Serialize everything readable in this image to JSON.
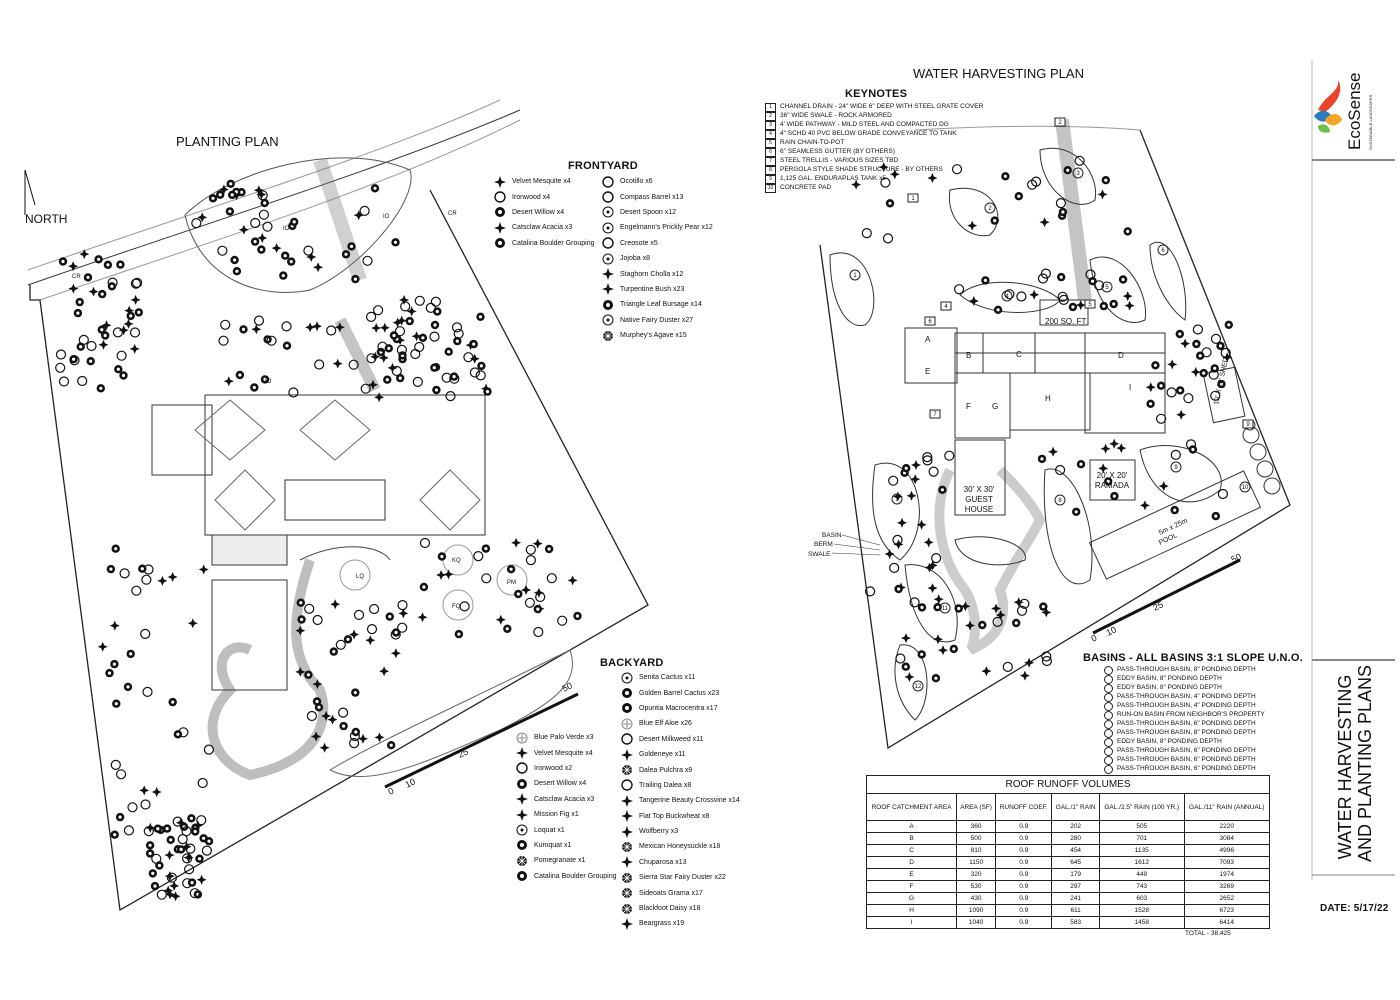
{
  "planting_plan": {
    "title": "PLANTING PLAN",
    "north_label": "NORTH",
    "scale_ticks": [
      "0",
      "10",
      "25",
      "50"
    ],
    "area_labels": [
      "CR",
      "CR",
      "IO",
      "IO",
      "IO",
      "LQ",
      "KQ",
      "FQ",
      "PM"
    ],
    "frontyard": {
      "heading": "FRONTYARD",
      "trees": [
        {
          "label": "Velvet Mesquite x4",
          "icon": "velvet-mesquite-icon"
        },
        {
          "label": "Ironwood x4",
          "icon": "ironwood-icon"
        },
        {
          "label": "Desert Willow x4",
          "icon": "desert-willow-icon"
        },
        {
          "label": "Catsclaw Acacia x3",
          "icon": "catsclaw-acacia-icon"
        },
        {
          "label": "Catalina Boulder Grouping",
          "icon": "boulder-icon"
        }
      ],
      "plants": [
        {
          "label": "Ocotillo x6",
          "icon": "ocotillo-icon"
        },
        {
          "label": "Compass Barrel x13",
          "icon": "compass-barrel-icon"
        },
        {
          "label": "Desert Spoon x12",
          "icon": "desert-spoon-icon"
        },
        {
          "label": "Engelmann's Prickly Pear x12",
          "icon": "prickly-pear-icon"
        },
        {
          "label": "Creosote x5",
          "icon": "creosote-icon"
        },
        {
          "label": "Jojoba x8",
          "icon": "jojoba-icon"
        },
        {
          "label": "Staghorn Cholla x12",
          "icon": "staghorn-cholla-icon"
        },
        {
          "label": "Turpentine Bush x23",
          "icon": "turpentine-bush-icon"
        },
        {
          "label": "Triangle Leaf Bursage x14",
          "icon": "bursage-icon"
        },
        {
          "label": "Native Fairy Duster x27",
          "icon": "fairy-duster-icon"
        },
        {
          "label": "Murphey's Agave x15",
          "icon": "agave-icon"
        }
      ]
    },
    "backyard": {
      "heading": "BACKYARD",
      "trees": [
        {
          "label": "Blue Palo Verde x3",
          "icon": "palo-verde-icon"
        },
        {
          "label": "Velvet Mesquite x4",
          "icon": "velvet-mesquite-icon"
        },
        {
          "label": "Ironwood x2",
          "icon": "ironwood-icon"
        },
        {
          "label": "Desert Willow x4",
          "icon": "desert-willow-icon"
        },
        {
          "label": "Catsclaw Acacia x3",
          "icon": "catsclaw-acacia-icon"
        },
        {
          "label": "Mission Fig x1",
          "icon": "fig-icon"
        },
        {
          "label": "Loquat x1",
          "icon": "loquat-icon"
        },
        {
          "label": "Kumquat x1",
          "icon": "kumquat-icon"
        },
        {
          "label": "Pomegranate x1",
          "icon": "pomegranate-icon"
        },
        {
          "label": "Catalina Boulder Grouping",
          "icon": "boulder-icon"
        }
      ],
      "plants": [
        {
          "label": "Senita Cactus x11",
          "icon": "senita-icon"
        },
        {
          "label": "Golden Barrel Cactus x23",
          "icon": "golden-barrel-icon"
        },
        {
          "label": "Opuntia Macrocentra x17",
          "icon": "opuntia-icon"
        },
        {
          "label": "Blue Elf Aloe x26",
          "icon": "aloe-icon"
        },
        {
          "label": "Desert Milkweed x11",
          "icon": "milkweed-icon"
        },
        {
          "label": "Goldeneye x11",
          "icon": "goldeneye-icon"
        },
        {
          "label": "Dalea Pulchra x9",
          "icon": "dalea-icon"
        },
        {
          "label": "Trailing Dalea x8",
          "icon": "trailing-dalea-icon"
        },
        {
          "label": "Tangerine Beauty Crossvine x14",
          "icon": "crossvine-icon"
        },
        {
          "label": "Flat Top Buckwheat x8",
          "icon": "buckwheat-icon"
        },
        {
          "label": "Wolfberry x3",
          "icon": "wolfberry-icon"
        },
        {
          "label": "Mexican Honeysuckle x18",
          "icon": "honeysuckle-icon"
        },
        {
          "label": "Chuparosa x13",
          "icon": "chuparosa-icon"
        },
        {
          "label": "Sierra Star Fairy Duster x22",
          "icon": "sierra-star-icon"
        },
        {
          "label": "Sideoats Grama x17",
          "icon": "grama-icon"
        },
        {
          "label": "Blackfoot Daisy x18",
          "icon": "daisy-icon"
        },
        {
          "label": "Beargrass x19",
          "icon": "beargrass-icon"
        }
      ]
    }
  },
  "water_plan": {
    "title": "WATER HARVESTING PLAN",
    "keynotes_heading": "KEYNOTES",
    "keynotes": [
      {
        "n": "1",
        "text": "CHANNEL DRAIN - 24\" WIDE 6\" DEEP WITH STEEL GRATE COVER"
      },
      {
        "n": "2",
        "text": "36\" WIDE SWALE - ROCK ARMORED"
      },
      {
        "n": "3",
        "text": "4' WIDE PATHWAY - MILD STEEL AND COMPACTED DG"
      },
      {
        "n": "4",
        "text": "4\" SCHD 40 PVC BELOW GRADE CONVEYANCE TO TANK"
      },
      {
        "n": "5",
        "text": "RAIN CHAIN-TO-POT"
      },
      {
        "n": "6",
        "text": "6\" SEAMLESS GUTTER (BY OTHERS)"
      },
      {
        "n": "7",
        "text": "STEEL TRELLIS - VARIOUS SIZES TBD"
      },
      {
        "n": "8",
        "text": "PERGOLA STYLE SHADE STRUCTURE - BY OTHERS"
      },
      {
        "n": "9",
        "text": "1,125 GAL. ENDURAPLAS TANK x5"
      },
      {
        "n": "10",
        "text": "CONCRETE PAD"
      }
    ],
    "labels": {
      "sqft": "200 SQ. FT",
      "shed": "10' X 20' SHED",
      "guest": [
        "30' X 30'",
        "GUEST",
        "HOUSE"
      ],
      "ramada": [
        "20' X 20'",
        "RAMADA"
      ],
      "pool": [
        "5m x 25m",
        "POOL"
      ],
      "basin": "BASIN",
      "berm": "BERM",
      "swale": "SWALE"
    },
    "roof_letters": [
      "A",
      "B",
      "C",
      "D",
      "E",
      "F",
      "G",
      "H",
      "I"
    ],
    "basin_numbers": [
      "1",
      "2",
      "3",
      "4",
      "5",
      "6",
      "7",
      "8",
      "9",
      "10",
      "11",
      "12"
    ],
    "keynote_tags": [
      "1",
      "2",
      "4",
      "5",
      "6",
      "7",
      "9"
    ],
    "scale_ticks": [
      "0",
      "10",
      "25",
      "50"
    ],
    "basins_heading": "BASINS - ALL BASINS 3:1 SLOPE U.N.O.",
    "basins": [
      "PASS-THROUGH BASIN, 8\" PONDING DEPTH",
      "EDDY BASIN, 8\" PONDING DEPTH",
      "EDDY BASIN, 8\" PONDING DEPTH",
      "PASS-THROUGH BASIN, 4\" PONDING DEPTH",
      "PASS-THROUGH BASIN, 4\" PONDING DEPTH",
      "RUN-ON BASIN FROM NEIGHBOR'S PROPERTY",
      "PASS-THROUGH BASIN, 6\" PONDING DEPTH",
      "PASS-THROUGH BASIN, 8\" PONDING DEPTH",
      "EDDY BASIN, 8\" PONDING DEPTH",
      "PASS-THROUGH BASIN, 6\" PONDING DEPTH",
      "PASS-THROUGH BASIN, 6\" PONDING DEPTH",
      "PASS-THROUGH BASIN, 6\" PONDING DEPTH"
    ]
  },
  "runoff_table": {
    "caption": "ROOF RUNOFF VOLUMES",
    "headers": [
      "ROOF CATCHMENT AREA",
      "AREA (SF)",
      "RUNOFF COEF.",
      "GAL./1\" RAIN",
      "GAL./2.5\" RAIN (100 YR.)",
      "GAL./11\" RAIN (ANNUAL)"
    ],
    "rows": [
      [
        "A",
        "360",
        "0.9",
        "202",
        "505",
        "2220"
      ],
      [
        "B",
        "500",
        "0.9",
        "280",
        "701",
        "3084"
      ],
      [
        "C",
        "810",
        "0.9",
        "454",
        "1135",
        "4996"
      ],
      [
        "D",
        "1150",
        "0.9",
        "645",
        "1612",
        "7093"
      ],
      [
        "E",
        "320",
        "0.9",
        "179",
        "449",
        "1974"
      ],
      [
        "F",
        "530",
        "0.9",
        "297",
        "743",
        "3269"
      ],
      [
        "G",
        "430",
        "0.9",
        "241",
        "603",
        "2652"
      ],
      [
        "H",
        "1090",
        "0.9",
        "611",
        "1528",
        "6723"
      ],
      [
        "I",
        "1040",
        "0.9",
        "583",
        "1458",
        "6414"
      ]
    ],
    "total": "TOTAL - 38,425"
  },
  "title_block": {
    "brand": "EcoSense",
    "brand_sub": "SUSTAINABLE LANDSCAPES",
    "brand_colors": [
      "#e8462b",
      "#f5a623",
      "#2b7bc0",
      "#6cbf4b"
    ],
    "sheet_title": [
      "WATER HARVESTING",
      "AND PLANTING PLANS"
    ],
    "date": "DATE: 5/17/22"
  }
}
